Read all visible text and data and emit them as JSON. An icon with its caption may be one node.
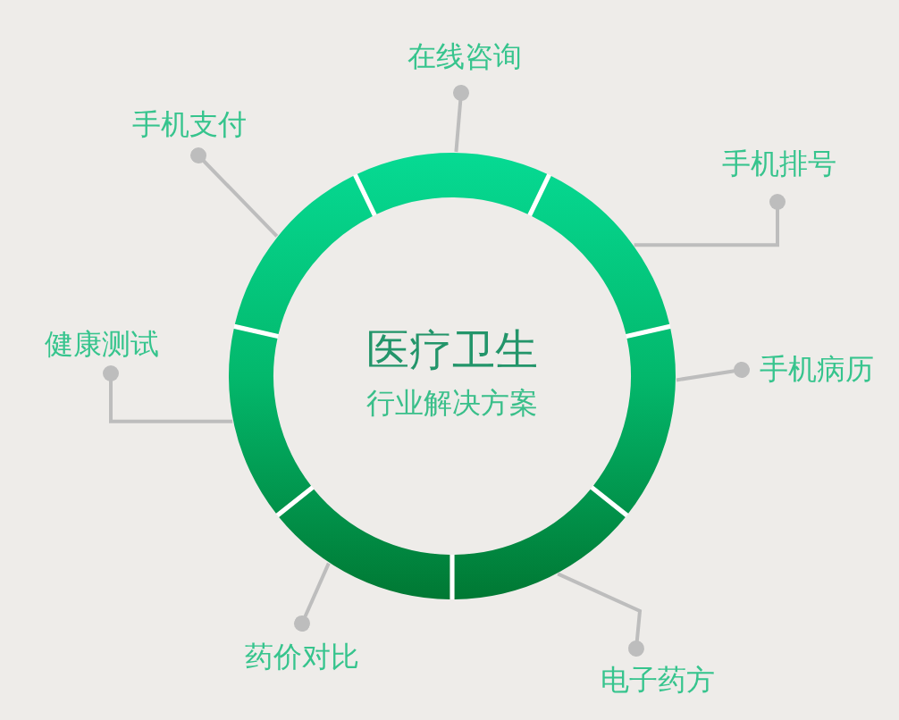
{
  "diagram": {
    "title": "医疗卫生",
    "nodes": [
      {
        "text": [
          "在线咨询"
        ]
      },
      {
        "text": [
          "手机支付"
        ]
      },
      {
        "text": [
          "手机排号"
        ]
      },
      {
        "text": [
          "健康测试"
        ]
      },
      {
        "text": [
          "手机病历"
        ]
      },
      {
        "text": [
          "药价对比"
        ]
      },
      {
        "text": [
          "电子药方"
        ]
      },
      {
        "text": [],
        "shape": "arc"
      },
      {
        "text": [],
        "shape": "arc"
      },
      {
        "text": [],
        "shape": "arc"
      },
      {
        "text": [],
        "shape": "arc"
      },
      {
        "text": [],
        "shape": "arc"
      },
      {
        "text": [],
        "shape": "arc"
      },
      {
        "text": [],
        "shape": "arc"
      }
    ],
    "edges": [
      {
        "from": 0,
        "to": 7,
        "arrow": "other"
      },
      {
        "from": 1,
        "to": 8,
        "arrow": "other"
      },
      {
        "from": 2,
        "to": 9,
        "arrow": "other"
      },
      {
        "from": 3,
        "to": 10,
        "arrow": "other"
      },
      {
        "from": 4,
        "to": 11,
        "arrow": "other"
      },
      {
        "from": 5,
        "to": 12,
        "arrow": "other"
      },
      {
        "from": 6,
        "to": 13,
        "arrow": "other"
      }
    ],
    "labels": [
      "行业解决方案"
    ]
  }
}
